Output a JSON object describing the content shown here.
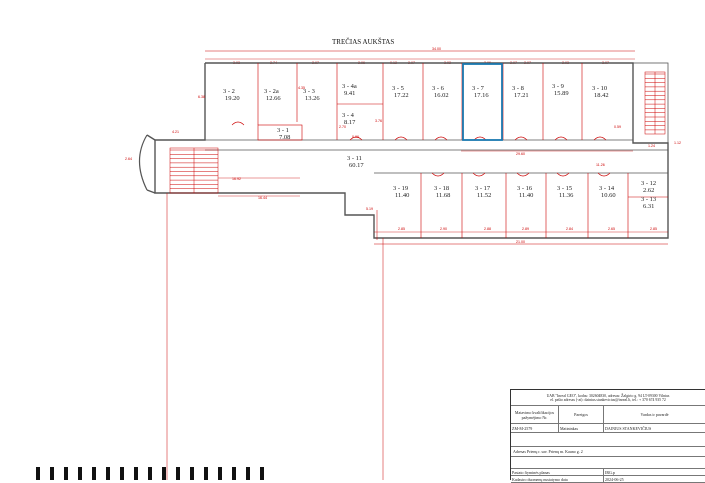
{
  "title": "TREČIAS AUKŠTAS",
  "rooms": [
    {
      "id": "3 - 2",
      "area": "19.20"
    },
    {
      "id": "3 - 2a",
      "area": "12.66"
    },
    {
      "id": "3 - 3",
      "area": "13.26"
    },
    {
      "id": "3 - 4a",
      "area": "9.41"
    },
    {
      "id": "3 - 1",
      "area": "7.08"
    },
    {
      "id": "3 - 4",
      "area": "8.17"
    },
    {
      "id": "3 - 5",
      "area": "17.22"
    },
    {
      "id": "3 - 6",
      "area": "16.02"
    },
    {
      "id": "3 - 7",
      "area": "17.16"
    },
    {
      "id": "3 - 8",
      "area": "17.21"
    },
    {
      "id": "3 - 9",
      "area": "15.89"
    },
    {
      "id": "3 - 10",
      "area": "18.42"
    },
    {
      "id": "3 - 11",
      "area": "60.17"
    },
    {
      "id": "3 - 19",
      "area": "11.40"
    },
    {
      "id": "3 - 18",
      "area": "11.68"
    },
    {
      "id": "3 - 17",
      "area": "11.52"
    },
    {
      "id": "3 - 16",
      "area": "11.40"
    },
    {
      "id": "3 - 15",
      "area": "11.36"
    },
    {
      "id": "3 - 14",
      "area": "10.60"
    },
    {
      "id": "3 - 12",
      "area": "2.62"
    },
    {
      "id": "3 - 13",
      "area": "6.31"
    }
  ],
  "dimensions": {
    "overall_top": "34.00",
    "overall_bottom": "21.00",
    "corridor_top": "29.60",
    "left_stair": "16.92",
    "left_stair_b": "16.44",
    "top_segments": [
      "3.03",
      "2.74",
      "2.97",
      "2.96",
      "0.12",
      "2.97",
      "3.02",
      "2.96",
      "2.97",
      "2.97",
      "2.93",
      "3.07"
    ],
    "bottom_segments": [
      "2.85",
      "2.90",
      "2.88",
      "2.89",
      "2.84",
      "2.65",
      "2.85"
    ],
    "misc": [
      "6.38",
      "4.21",
      "2.64",
      "4.35",
      "2.70",
      "3.76",
      "0.59",
      "0.96",
      "1.24",
      "1.12",
      "5.19",
      "11.26"
    ]
  },
  "stamp": {
    "company": "UAB \"Inreal GEO\", kodas: 302604830, adresas: Žalgirio g. 94 LT-09300 Vilnius",
    "contact": "el. pašto adresas (-ai): dainius.stankevicius@inreal.lt, tel.: + 370 674 935 72",
    "col1_header": "Matavimo kvalifikacijos pažymėjimo Nr.",
    "col2_header": "Pareigos",
    "col3_header": "Vardas ir pavardė",
    "cert_no": "ZM-M-2579",
    "position": "Matininkas",
    "name": "DAINIUS STANKEVIČIUS",
    "address": "Adresas Prienų r. sav. Prienų m. Kauno g. 2",
    "plan_label": "Pastato fiyminės planas",
    "plan_value": "IRG.p",
    "date_label": "Kadastro duomenų nustatymo data",
    "date_value": "2024-06-25"
  },
  "colors": {
    "wall": "#c00000",
    "highlight": "#1a78b0",
    "ink": "#222222"
  }
}
